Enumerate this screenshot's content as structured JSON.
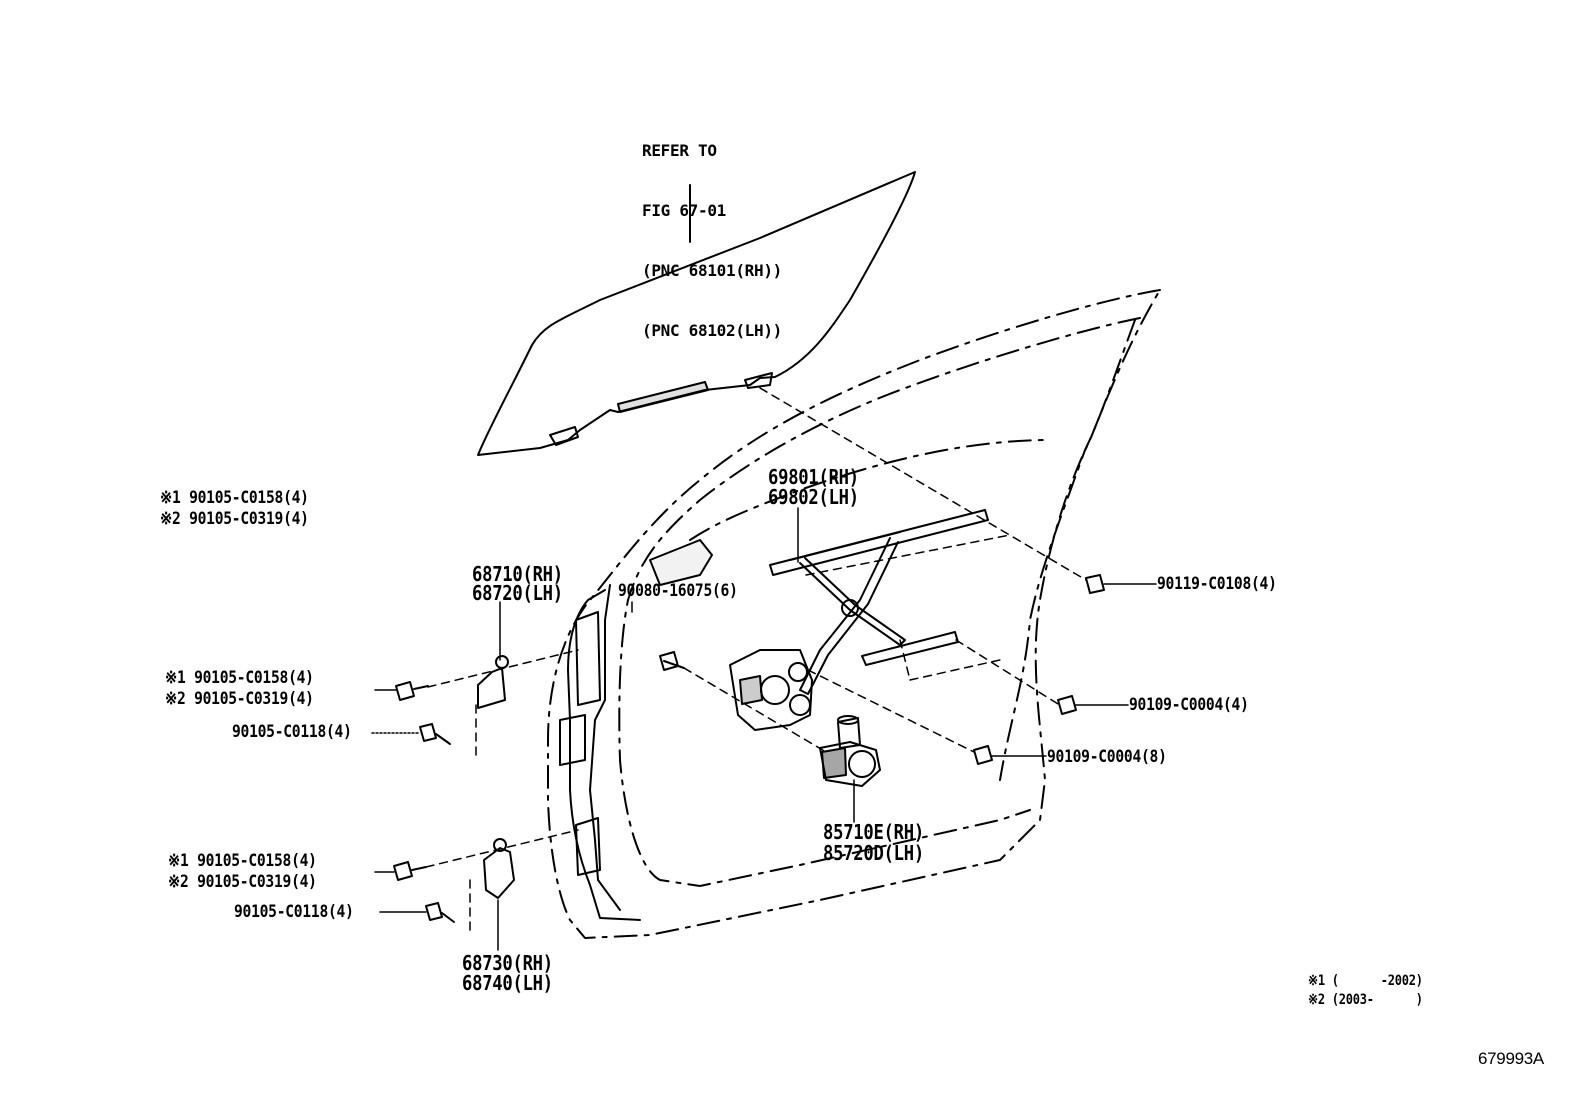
{
  "refer_note": {
    "line1": "REFER TO",
    "line2": "FIG 67-01",
    "line3": "(PNC 68101(RH))",
    "line4": "(PNC 68102(LH))"
  },
  "top_left_bolts": {
    "line1": "※1 90105-C0158(4)",
    "line2": "※2 90105-C0319(4)"
  },
  "upper_hinge": {
    "rh": "68710(RH)",
    "lh": "68720(LH)"
  },
  "upper_hinge_bolts": {
    "line1": "※1 90105-C0158(4)",
    "line2": "※2 90105-C0319(4)",
    "line3": "90105-C0118(4)"
  },
  "lower_hinge_bolts": {
    "line1": "※1 90105-C0158(4)",
    "line2": "※2 90105-C0319(4)",
    "line3": "90105-C0118(4)"
  },
  "lower_hinge": {
    "rh": "68730(RH)",
    "lh": "68740(LH)"
  },
  "regulator_bolt": "90080-16075(6)",
  "regulator": {
    "rh": "69801(RH)",
    "lh": "69802(LH)"
  },
  "bolt_right_1": "90119-C0108(4)",
  "bolt_right_2": "90109-C0004(4)",
  "bolt_right_3": "90109-C0004(8)",
  "motor": {
    "rh": "85710E(RH)",
    "lh": "85720D(LH)"
  },
  "footnotes": {
    "line1": "※1 (      -2002)",
    "line2": "※2 (2003-      )"
  },
  "diagram_id": "679993A"
}
